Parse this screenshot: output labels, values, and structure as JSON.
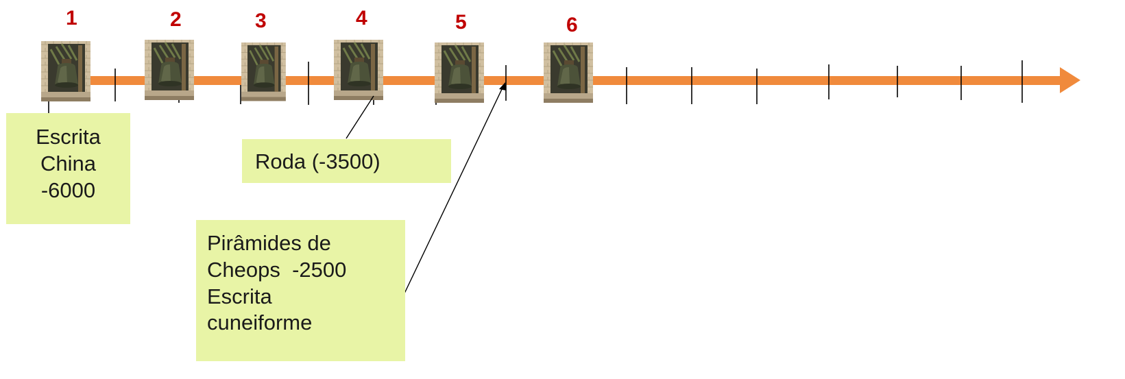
{
  "markers": [
    {
      "number": "1",
      "icon": "bell-icon"
    },
    {
      "number": "2",
      "icon": "bell-icon"
    },
    {
      "number": "3",
      "icon": "bell-icon"
    },
    {
      "number": "4",
      "icon": "bell-icon"
    },
    {
      "number": "5",
      "icon": "bell-icon"
    },
    {
      "number": "6",
      "icon": "bell-icon"
    }
  ],
  "notes": {
    "escrita_china": {
      "lines": [
        "Escrita",
        "China",
        "-6000"
      ]
    },
    "roda": {
      "text": "Roda (-3500)"
    },
    "piramides": {
      "lines": [
        "Pirâmides de",
        "Cheops  -2500",
        "Escrita",
        "cuneiforme"
      ]
    }
  },
  "colors": {
    "axis": "#f08a3c",
    "marker_number": "#c00000",
    "note_background": "#e8f4a6",
    "tick": "#000000"
  }
}
